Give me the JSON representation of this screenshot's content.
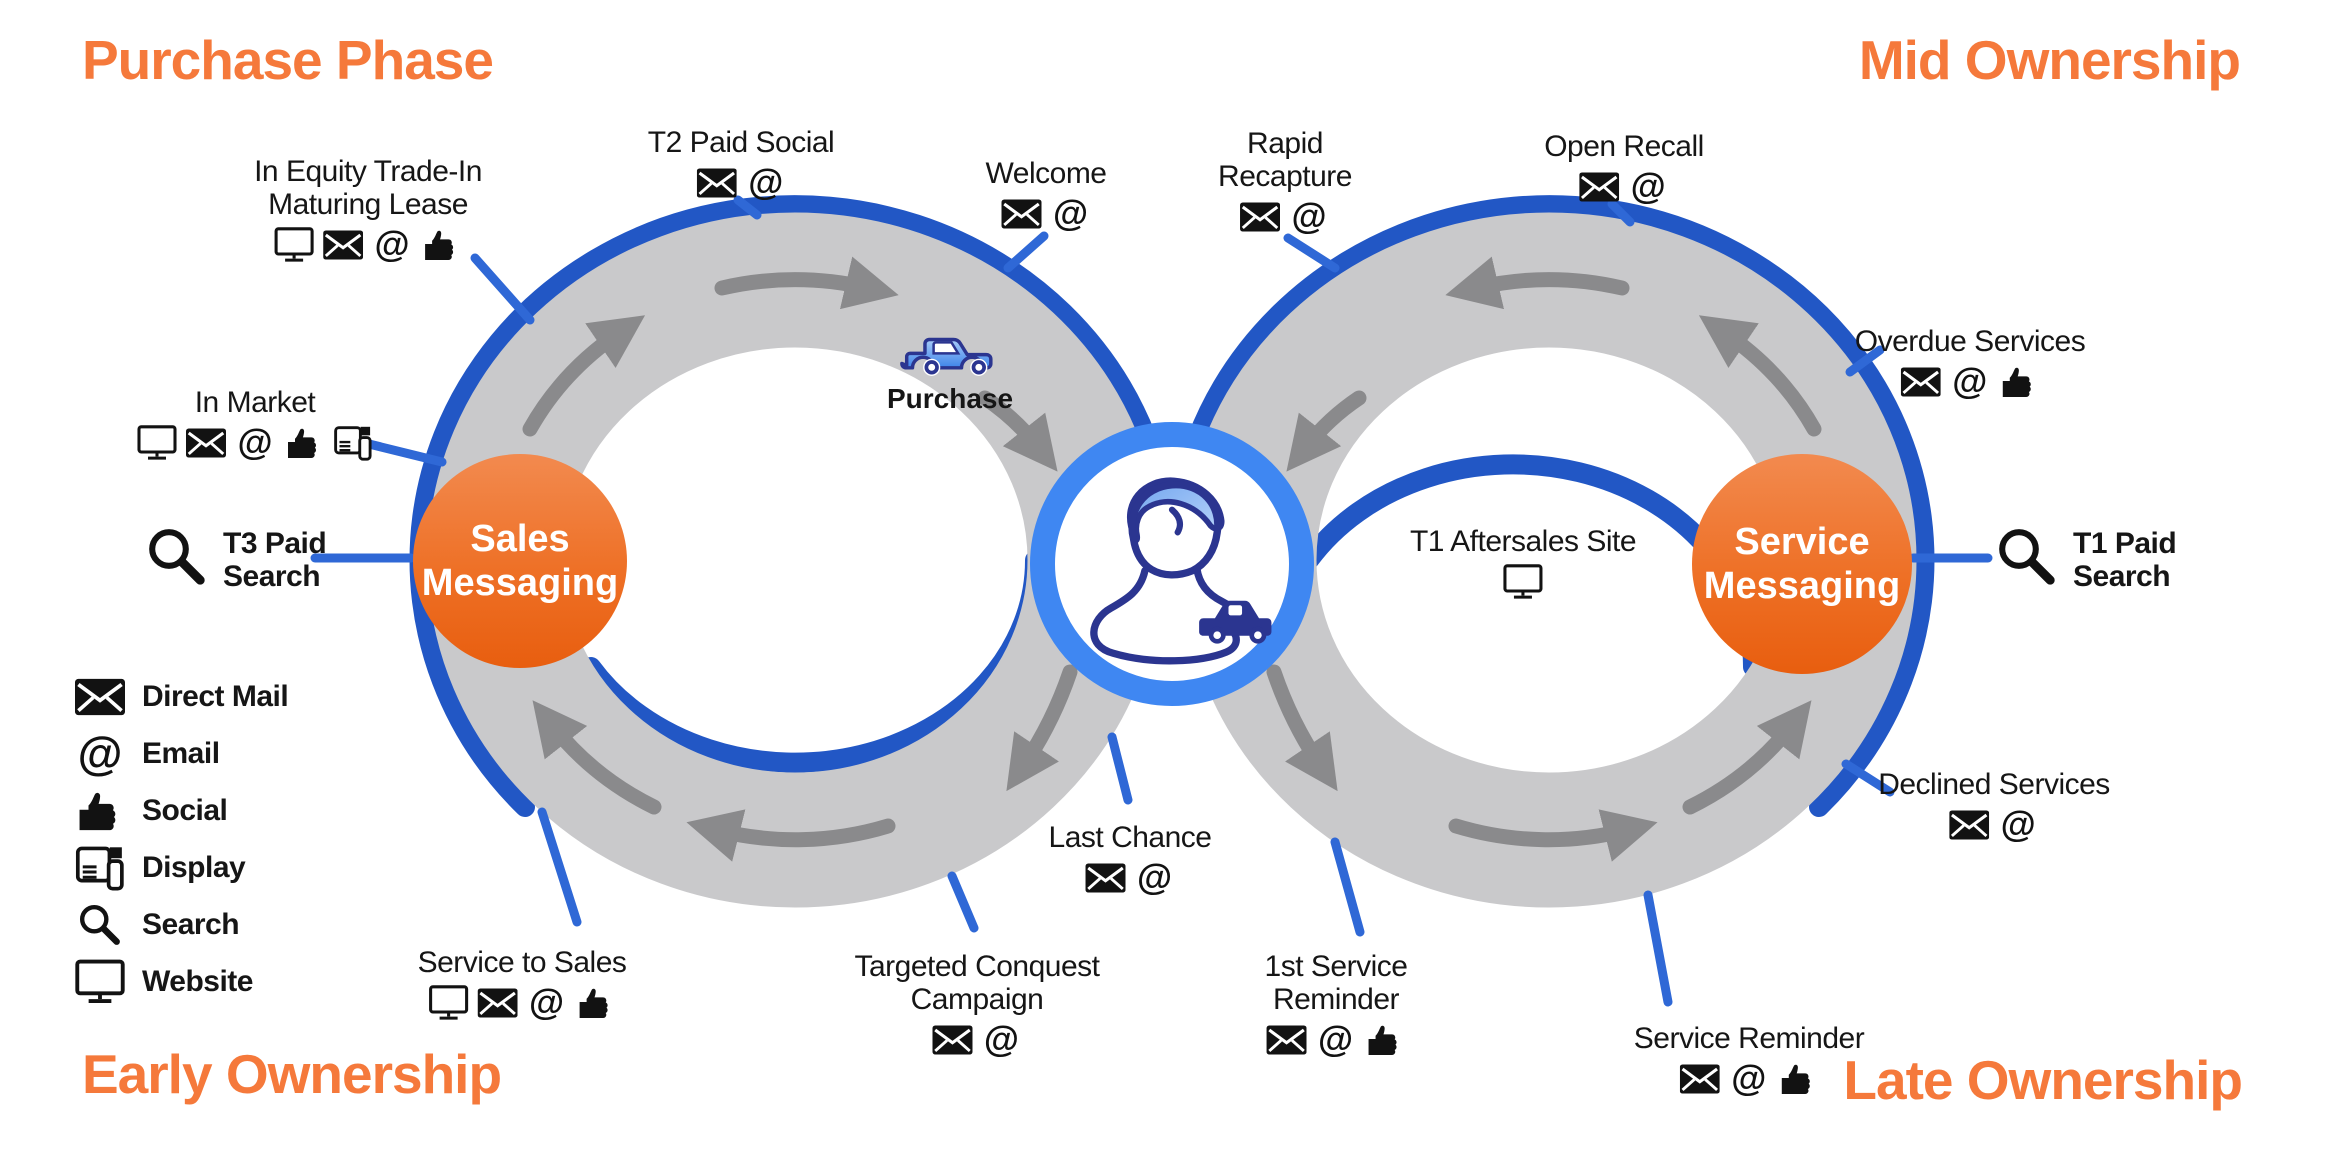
{
  "colors": {
    "accent_orange": "#F5793B",
    "band_blue": "#2257C5",
    "leader_blue": "#2F68D6",
    "ring_gray": "#C9C9CB",
    "arrow_gray": "#8A8A8C",
    "hub_orange_top": "#F28A4F",
    "hub_orange_bottom": "#E85E0F",
    "center_ring_blue": "#3F87F2",
    "person_navy": "#2B3590",
    "car_light_blue": "#5C9CEE",
    "icon_black": "#121212"
  },
  "titles": {
    "top_left": "Purchase Phase",
    "top_right": "Mid Ownership",
    "bottom_left": "Early Ownership",
    "bottom_right": "Late Ownership"
  },
  "hubs": {
    "sales": {
      "line1": "Sales",
      "line2": "Messaging"
    },
    "service": {
      "line1": "Service",
      "line2": "Messaging"
    }
  },
  "loop_marker": {
    "label": "Purchase"
  },
  "touchpoints": {
    "in_equity": {
      "lines": [
        "In Equity Trade-In",
        "Maturing Lease"
      ],
      "channels": [
        "website",
        "direct-mail",
        "email",
        "social"
      ]
    },
    "t2_paid_social": {
      "lines": [
        "T2 Paid Social"
      ],
      "channels": [
        "direct-mail",
        "email"
      ]
    },
    "welcome": {
      "lines": [
        "Welcome"
      ],
      "channels": [
        "direct-mail",
        "email"
      ]
    },
    "rapid_recapture": {
      "lines": [
        "Rapid",
        "Recapture"
      ],
      "channels": [
        "direct-mail",
        "email"
      ]
    },
    "open_recall": {
      "lines": [
        "Open Recall"
      ],
      "channels": [
        "direct-mail",
        "email"
      ]
    },
    "overdue_services": {
      "lines": [
        "Overdue Services"
      ],
      "channels": [
        "direct-mail",
        "email",
        "social"
      ]
    },
    "t1_paid_search": {
      "lines": [
        "T1 Paid",
        "Search"
      ],
      "channels": [
        "search"
      ]
    },
    "t1_aftersales": {
      "lines": [
        "T1 Aftersales Site"
      ],
      "channels": [
        "website"
      ]
    },
    "declined_services": {
      "lines": [
        "Declined Services"
      ],
      "channels": [
        "direct-mail",
        "email"
      ]
    },
    "service_reminder": {
      "lines": [
        "Service Reminder"
      ],
      "channels": [
        "direct-mail",
        "email",
        "social"
      ]
    },
    "first_service_reminder": {
      "lines": [
        "1st Service",
        "Reminder"
      ],
      "channels": [
        "direct-mail",
        "email",
        "social"
      ]
    },
    "last_chance": {
      "lines": [
        "Last Chance"
      ],
      "channels": [
        "direct-mail",
        "email"
      ]
    },
    "targeted_conquest": {
      "lines": [
        "Targeted Conquest",
        "Campaign"
      ],
      "channels": [
        "direct-mail",
        "email"
      ]
    },
    "service_to_sales": {
      "lines": [
        "Service to Sales"
      ],
      "channels": [
        "website",
        "direct-mail",
        "email",
        "social"
      ]
    },
    "in_market": {
      "lines": [
        "In Market"
      ],
      "channels": [
        "website",
        "direct-mail",
        "email",
        "social",
        "display"
      ]
    },
    "t3_paid_search": {
      "lines": [
        "T3 Paid",
        "Search"
      ],
      "channels": [
        "search"
      ]
    }
  },
  "legend": {
    "items": [
      {
        "icon": "direct-mail",
        "label": "Direct Mail"
      },
      {
        "icon": "email",
        "label": "Email"
      },
      {
        "icon": "social",
        "label": "Social"
      },
      {
        "icon": "display",
        "label": "Display"
      },
      {
        "icon": "search",
        "label": "Search"
      },
      {
        "icon": "website",
        "label": "Website"
      }
    ]
  }
}
